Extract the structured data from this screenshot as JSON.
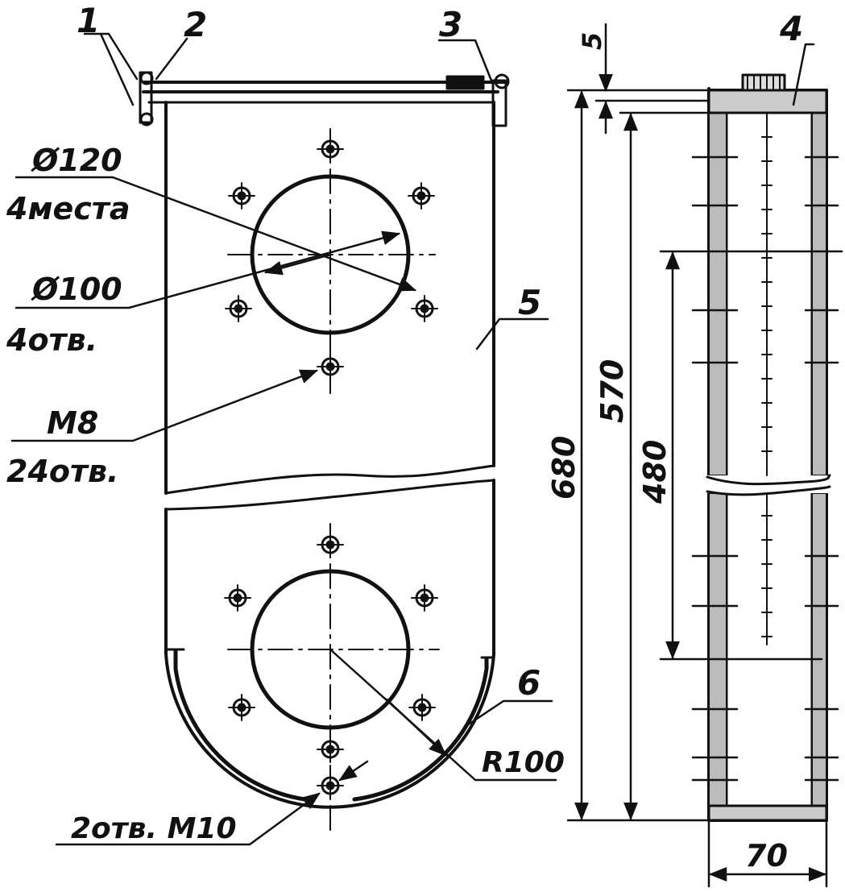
{
  "callouts": {
    "c1": "1",
    "c2": "2",
    "c3": "3",
    "c4": "4",
    "c5": "5",
    "c6": "6"
  },
  "annotations": {
    "d120": "Ø120",
    "d120_note": "4места",
    "d100": "Ø100",
    "d100_note": "4отв.",
    "m8": "M8",
    "m8_note": "24отв.",
    "r100": "R100",
    "m10": "2отв. M10"
  },
  "dimensions": {
    "d5": "5",
    "d680": "680",
    "d570": "570",
    "d480": "480",
    "d70": "70"
  },
  "colors": {
    "ink": "#111111",
    "paper": "#ffffff"
  }
}
